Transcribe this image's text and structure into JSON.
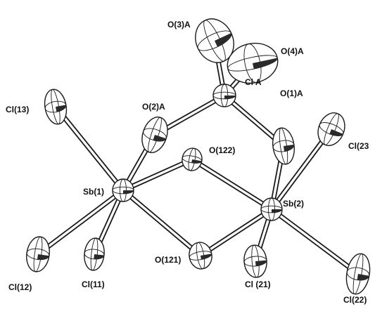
{
  "figure": {
    "atoms": [
      {
        "id": "Sb1",
        "label": "Sb(1)"
      },
      {
        "id": "Sb2",
        "label": "Sb(2)"
      },
      {
        "id": "O121",
        "label": "O(121)"
      },
      {
        "id": "O122",
        "label": "O(122)"
      },
      {
        "id": "O2A",
        "label": "O(2)A"
      },
      {
        "id": "O1A",
        "label": "O(1)A"
      },
      {
        "id": "ClA",
        "label": "Cl A"
      },
      {
        "id": "O3A",
        "label": "O(3)A"
      },
      {
        "id": "O4A",
        "label": "O(4)A"
      },
      {
        "id": "Cl13",
        "label": "Cl(13)"
      },
      {
        "id": "Cl12",
        "label": "Cl(12)"
      },
      {
        "id": "Cl11",
        "label": "Cl(11)"
      },
      {
        "id": "Cl23",
        "label": "Cl(23"
      },
      {
        "id": "Cl21",
        "label": "Cl (21)"
      },
      {
        "id": "Cl22",
        "label": "Cl(22)"
      }
    ],
    "bonds": [
      [
        "Sb1",
        "Cl13"
      ],
      [
        "Sb1",
        "Cl12"
      ],
      [
        "Sb1",
        "Cl11"
      ],
      [
        "Sb1",
        "O2A"
      ],
      [
        "Sb1",
        "O122"
      ],
      [
        "Sb1",
        "O121"
      ],
      [
        "Sb2",
        "O122"
      ],
      [
        "Sb2",
        "O121"
      ],
      [
        "Sb2",
        "O1A"
      ],
      [
        "Sb2",
        "Cl23"
      ],
      [
        "Sb2",
        "Cl21"
      ],
      [
        "Sb2",
        "Cl22"
      ],
      [
        "O2A",
        "ClA"
      ],
      [
        "O1A",
        "ClA"
      ],
      [
        "ClA",
        "O3A"
      ],
      [
        "ClA",
        "O4A"
      ]
    ]
  }
}
